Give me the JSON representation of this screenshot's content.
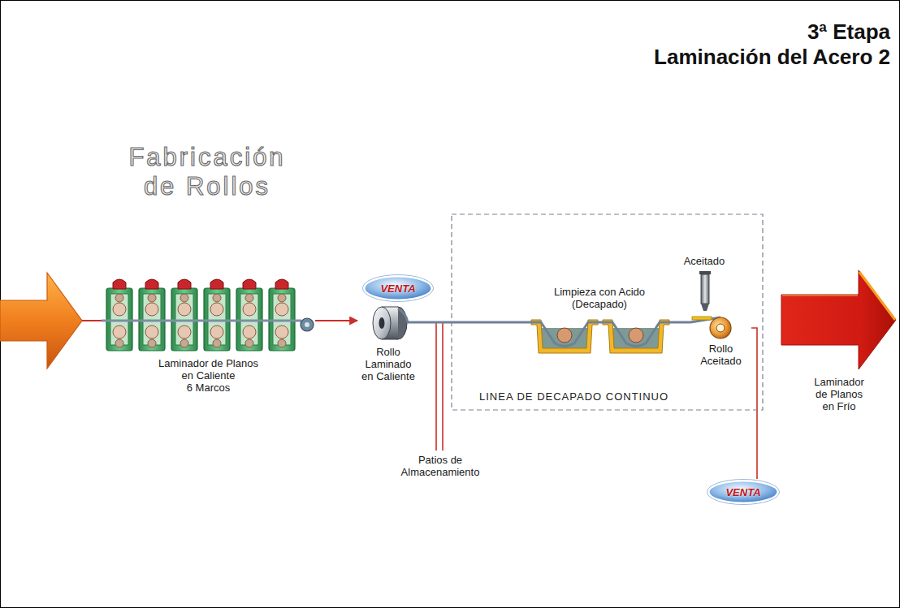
{
  "diagram": {
    "title": "3ª Etapa Laminación del Acero 2",
    "nodes": [
      {
        "text": [
          "Laminador de Planos en Caliente 6 Marcos"
        ]
      },
      {
        "text": [
          "VENTA"
        ]
      },
      {
        "text": [
          "Rollo Laminado en Caliente"
        ]
      },
      {
        "text": [
          "LINEA DE DECAPADO CONTINUO"
        ]
      },
      {
        "text": [
          "Limpieza con Acido (Decapado)"
        ],
        "in": 3
      },
      {
        "text": [
          "Aceitado"
        ],
        "in": 3
      },
      {
        "text": [
          "Rollo Aceitado"
        ],
        "in": 3
      },
      {
        "text": [
          "Patios de Almacenamiento"
        ]
      },
      {
        "text": [
          "VENTA"
        ]
      },
      {
        "text": [
          "Laminador de Planos en Frío"
        ]
      }
    ],
    "edges": [
      {
        "from": 0,
        "to": 2,
        "arrow": "to"
      },
      {
        "from": 2,
        "to": 7,
        "arrow": "none"
      },
      {
        "from": 7,
        "to": 2,
        "arrow": "none"
      },
      {
        "from": 2,
        "to": 4,
        "arrow": "none"
      },
      {
        "from": 4,
        "to": 6,
        "arrow": "none"
      },
      {
        "from": 6,
        "to": 8,
        "arrow": "none"
      }
    ],
    "labels": [
      "Fabricación de Rollos"
    ]
  }
}
